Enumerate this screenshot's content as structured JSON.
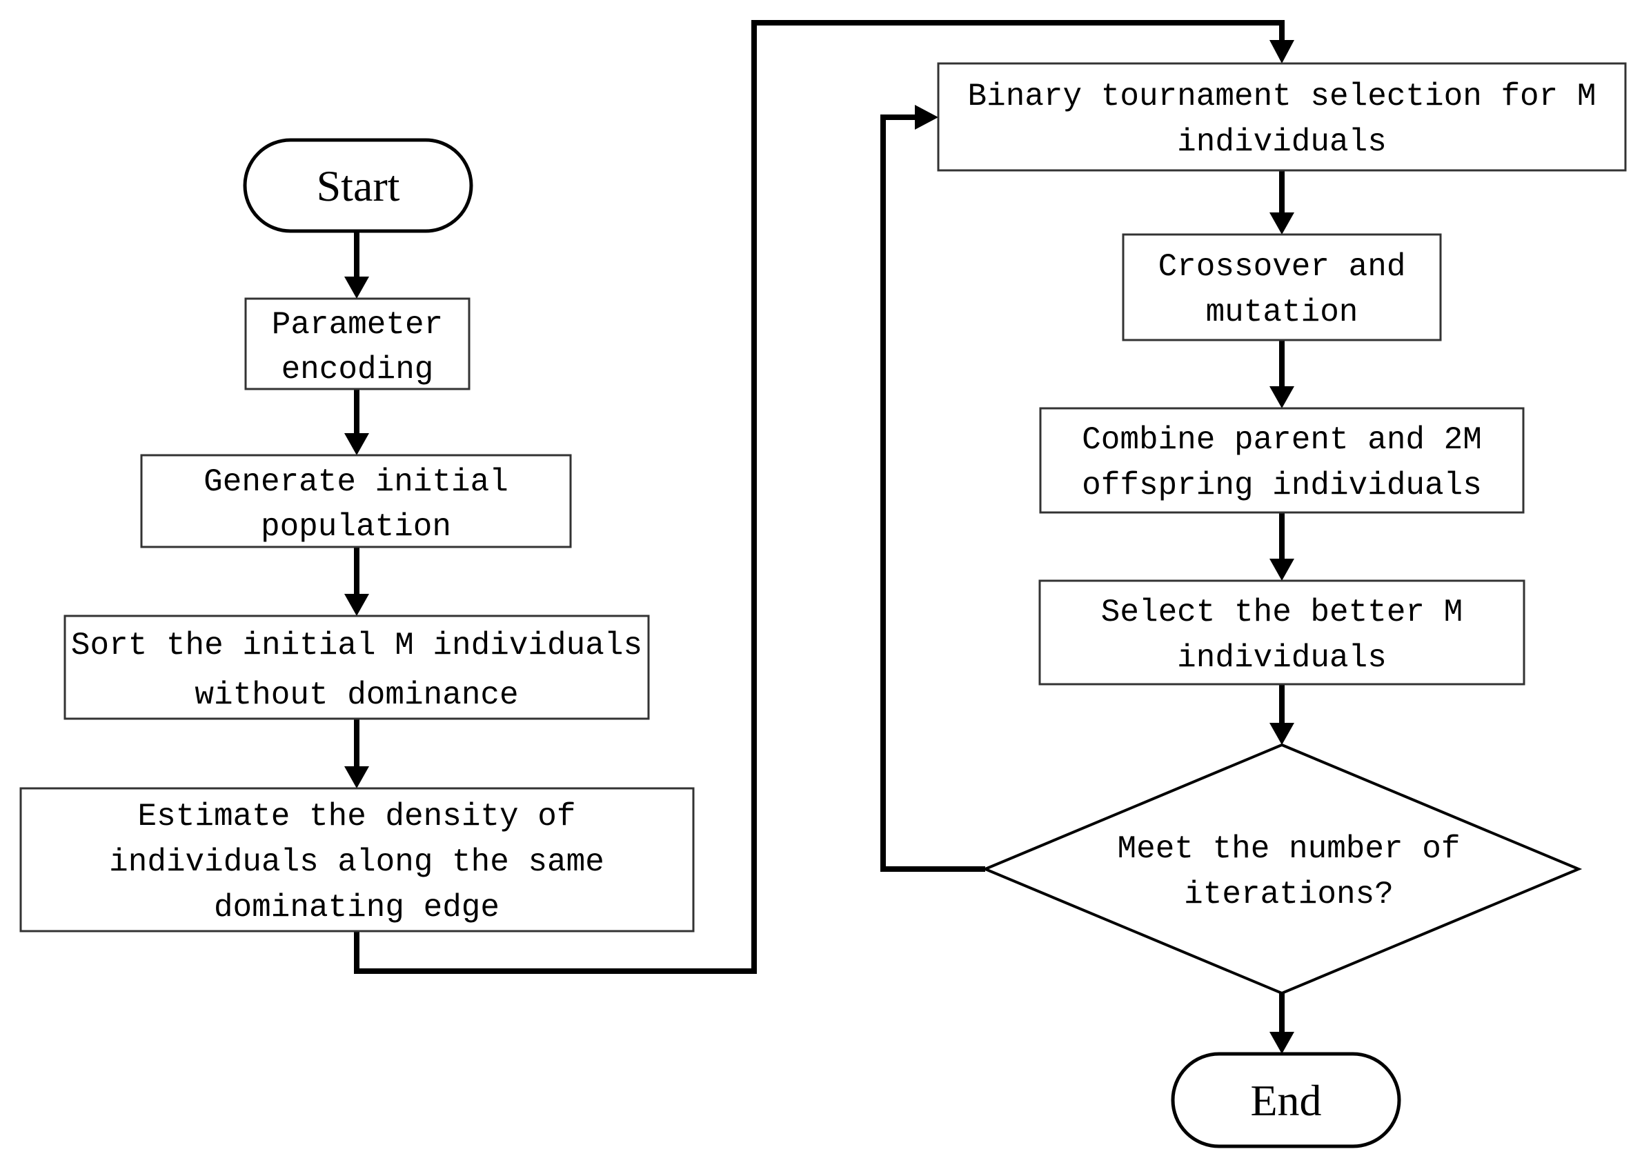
{
  "flowchart": {
    "colors": {
      "background": "#ffffff",
      "line": "#000000",
      "process_border": "#333333",
      "text": "#000000"
    },
    "nodes": {
      "start": {
        "type": "terminator",
        "label": "Start"
      },
      "parameter_encoding": {
        "type": "process",
        "lines": [
          "Parameter",
          "encoding"
        ]
      },
      "generate_population": {
        "type": "process",
        "lines": [
          "Generate initial",
          "population"
        ]
      },
      "sort_individuals": {
        "type": "process",
        "lines": [
          "Sort the initial M individuals",
          "without dominance"
        ]
      },
      "estimate_density": {
        "type": "process",
        "lines": [
          "Estimate the density of",
          "individuals along the same",
          "dominating edge"
        ]
      },
      "binary_tournament": {
        "type": "process",
        "lines": [
          "Binary tournament selection for M",
          "individuals"
        ]
      },
      "crossover_mutation": {
        "type": "process",
        "lines": [
          "Crossover and",
          "mutation"
        ]
      },
      "combine_individuals": {
        "type": "process",
        "lines": [
          "Combine parent and 2M",
          "offspring individuals"
        ]
      },
      "select_better": {
        "type": "process",
        "lines": [
          "Select the better M",
          "individuals"
        ]
      },
      "iteration_check": {
        "type": "decision",
        "lines": [
          "Meet the number of",
          "iterations?"
        ]
      },
      "end": {
        "type": "terminator",
        "label": "End"
      }
    }
  }
}
